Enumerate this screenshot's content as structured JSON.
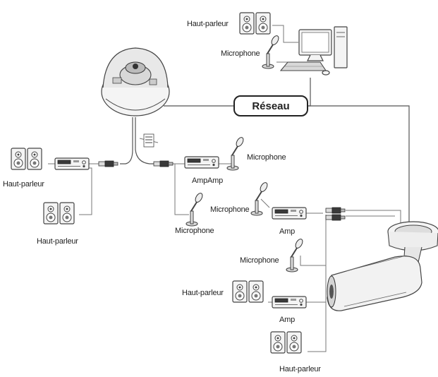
{
  "network": {
    "label": "Réseau"
  },
  "labels": {
    "pc_speaker": "Haut-parleur",
    "pc_microphone": "Microphone",
    "left_speaker_1": "Haut-parleur",
    "left_speaker_2": "Haut-parleur",
    "top_microphone": "Microphone",
    "top_amp": "AmpAmp",
    "mid_microphone_a": "Microphone",
    "mid_microphone_b": "Microphone",
    "mid_amp": "Amp",
    "low_microphone": "Microphone",
    "bottom_speaker_1": "Haut-parleur",
    "bottom_amp": "Amp",
    "bottom_speaker_2": "Haut-parleur"
  },
  "icons": [
    "dome-camera-icon",
    "bullet-camera-icon",
    "computer-icon",
    "speaker-icon",
    "microphone-icon",
    "amplifier-icon",
    "rca-connector-icon"
  ]
}
